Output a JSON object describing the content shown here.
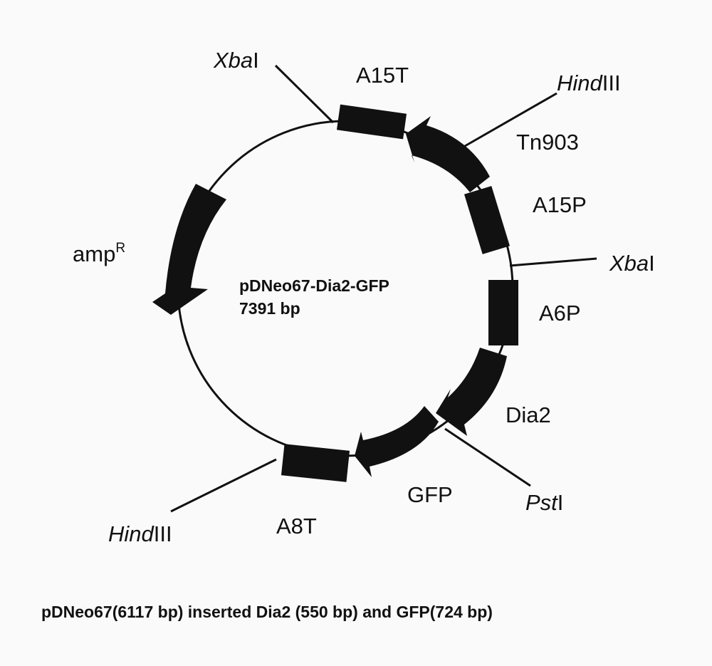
{
  "plasmid": {
    "name": "pDNeo67-Dia2-GFP",
    "size": "7391 bp"
  },
  "features": {
    "a15t": "A15T",
    "tn903": "Tn903",
    "a15p": "A15P",
    "a6p": "A6P",
    "dia2": "Dia2",
    "gfp": "GFP",
    "a8t": "A8T",
    "ampr_base": "amp",
    "ampr_sup": "R"
  },
  "sites": {
    "xbai_top": {
      "italic": "Xba",
      "roman": "I"
    },
    "hindiii_top": {
      "italic": "Hind",
      "roman": "III"
    },
    "xbai_right": {
      "italic": "Xba",
      "roman": "I"
    },
    "psti": {
      "italic": "Pst",
      "roman": "I"
    },
    "hindiii_bottom": {
      "italic": "Hind",
      "roman": "III"
    }
  },
  "caption": "pDNeo67(6117 bp) inserted Dia2 (550 bp) and GFP(724 bp)",
  "colors": {
    "ink": "#111111",
    "background": "#fafafa"
  }
}
